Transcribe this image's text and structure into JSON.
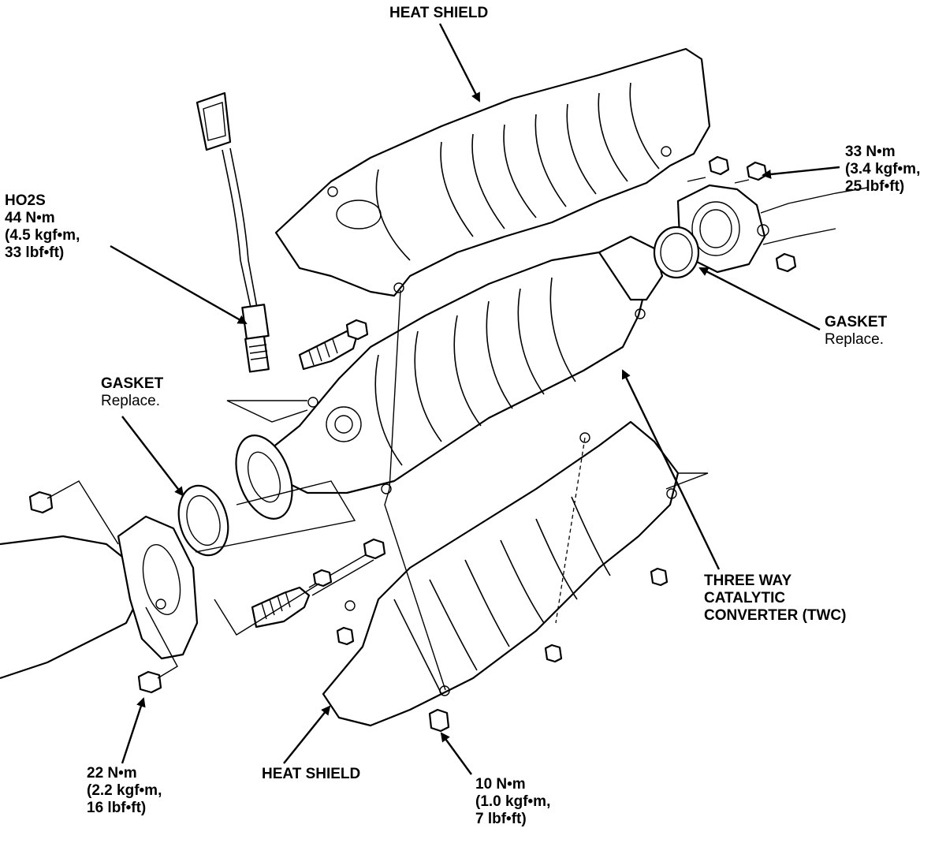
{
  "labels": {
    "heat_shield_top": {
      "title": "HEAT SHIELD"
    },
    "ho2s": {
      "lines": [
        "HO2S",
        "44 N•m",
        "(4.5 kgf•m,",
        "33 lbf•ft)"
      ]
    },
    "nut_right_torque": {
      "lines": [
        "33 N•m",
        "(3.4 kgf•m,",
        "25 lbf•ft)"
      ]
    },
    "gasket_right": {
      "title": "GASKET",
      "note": "Replace."
    },
    "gasket_left": {
      "title": "GASKET",
      "note": "Replace."
    },
    "twc": {
      "lines": [
        "THREE WAY",
        "CATALYTIC",
        "CONVERTER (TWC)"
      ]
    },
    "heat_shield_bottom": {
      "title": "HEAT SHIELD"
    },
    "nut_left_torque": {
      "lines": [
        "22 N•m",
        "(2.2 kgf•m,",
        "16 lbf•ft)"
      ]
    },
    "bolt_torque": {
      "lines": [
        "10 N•m",
        "(1.0 kgf•m,",
        "7 lbf•ft)"
      ]
    }
  }
}
